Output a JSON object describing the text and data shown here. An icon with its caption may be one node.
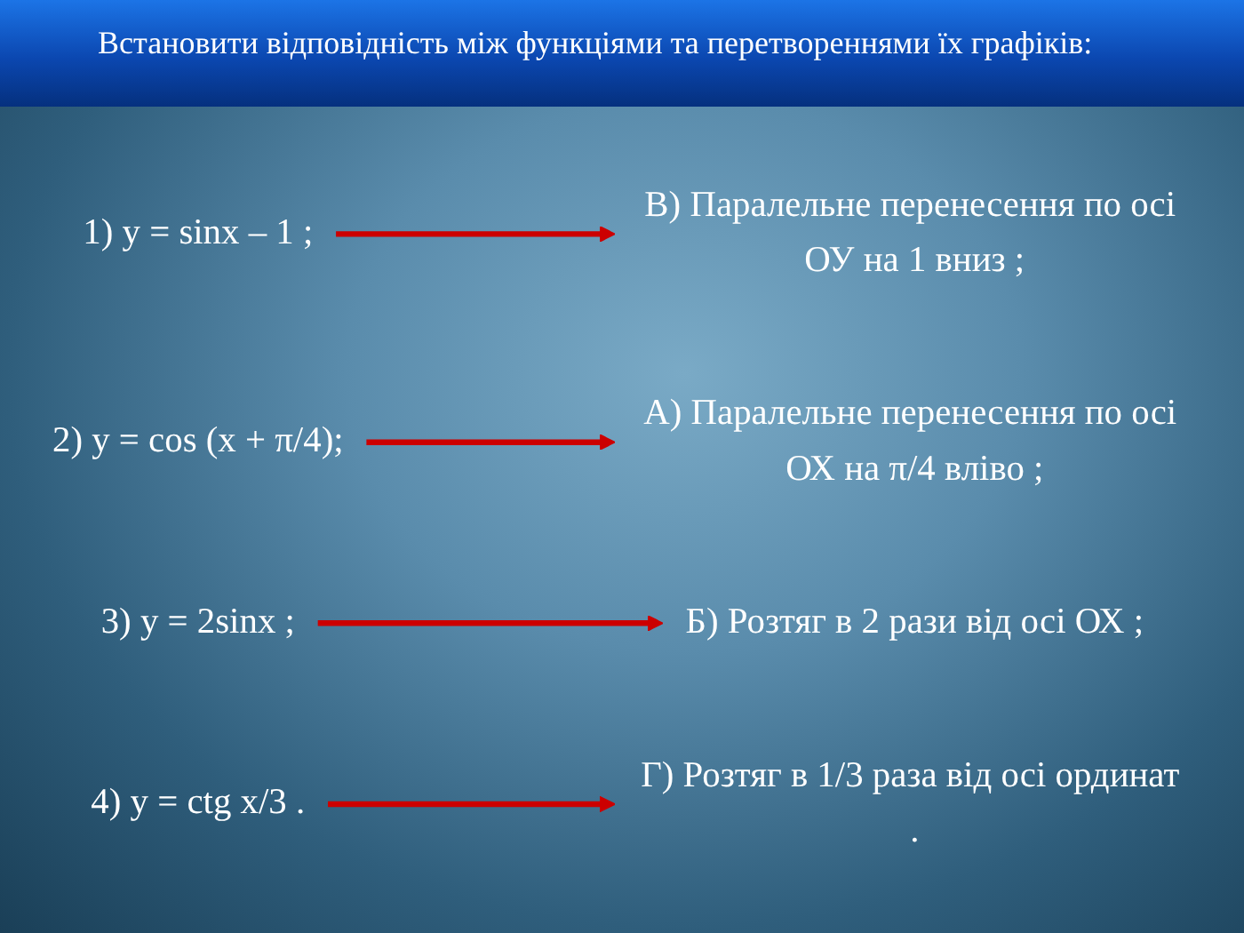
{
  "diagram": {
    "title": "Встановити відповідність між функціями та перетвореннями їх графіків:",
    "nodes": [
      {
        "text": [
          "1) y = sinx – 1 ;"
        ]
      },
      {
        "text": [
          "2) y = cos (x + π/4);"
        ]
      },
      {
        "text": [
          "3) y = 2sinx ;"
        ]
      },
      {
        "text": [
          "4) y = ctg x/3 ."
        ]
      },
      {
        "text": [
          "А) Паралельне перенесення по осі ОХ на π/4 вліво ;"
        ]
      },
      {
        "text": [
          "Б) Розтяг в 2 рази від осі ОХ ;"
        ]
      },
      {
        "text": [
          "В) Паралельне перенесення по осі ОУ на 1 вниз ;"
        ]
      },
      {
        "text": [
          "Г) Розтяг в 1/3 раза від осі ординат ."
        ]
      }
    ],
    "edges": [
      {
        "from": 0,
        "to": 6,
        "arrow": "to"
      },
      {
        "from": 1,
        "to": 4,
        "arrow": "to"
      },
      {
        "from": 2,
        "to": 5,
        "arrow": "to"
      },
      {
        "from": 3,
        "to": 7,
        "arrow": "to"
      }
    ]
  }
}
